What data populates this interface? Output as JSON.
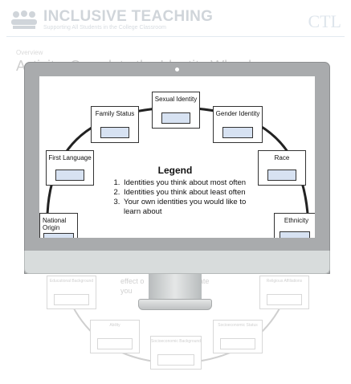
{
  "brand": {
    "title": "INCLUSIVE TEACHING",
    "subtitle": "Supporting All Students in the College Classroom",
    "center": "CTL"
  },
  "page": {
    "breadcrumb": "Overview",
    "heading": "Activity: Complete the Identity Wheel",
    "body_fragment_1": "effect o",
    "body_fragment_2": "ate",
    "body_fragment_3": "you"
  },
  "background_boxes": {
    "educational": "Educational Background",
    "religious": "Religious Affiliations",
    "ability": "Ability",
    "socioeconomic_status": "Socioeconomic Status",
    "socioeconomic_background": "Socioeconomic Background"
  },
  "wheel": {
    "nodes": {
      "sexual_identity": "Sexual Identity",
      "family_status": "Family Status",
      "gender_identity": "Gender Identity",
      "first_language": "First Language",
      "race": "Race",
      "national_origin": "National Origin",
      "ethnicity": "Ethnicity"
    },
    "legend": {
      "title": "Legend",
      "items": [
        "Identities you think about most often",
        "Identities you think about least often",
        "Your own identities you would like to learn about"
      ]
    }
  },
  "colors": {
    "field_fill": "#d7e2f2",
    "monitor_bezel": "#a9abad",
    "monitor_chin": "#d8dcdc"
  }
}
